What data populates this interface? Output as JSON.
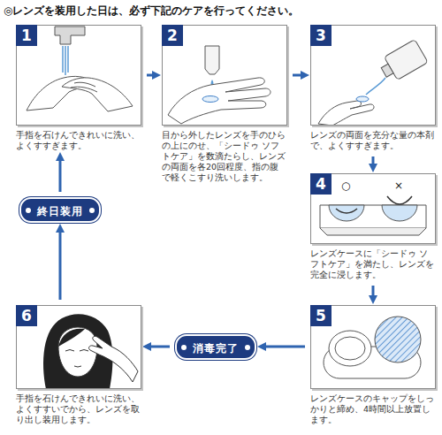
{
  "diagram": {
    "title": "◎レンズを装用した日は、必ず下記のケアを行ってください。",
    "nodes": [
      {
        "text": [
          "1",
          "手指を石けんできれいに洗い、よくすすぎます。"
        ]
      },
      {
        "text": [
          "2",
          "目から外したレンズを手のひらの上にのせ、「シードゥ ソフトケア」を数滴たらし、レンズの両面を各20回程度、指の腹で軽くこすり洗いします。"
        ]
      },
      {
        "text": [
          "3",
          "レンズの両面を充分な量の本剤で、よくすすぎます。"
        ]
      },
      {
        "text": [
          "4",
          "レンズケースに「シードゥ ソフトケア」を満たし、レンズを完全に浸します。"
        ]
      },
      {
        "text": [
          "5",
          "レンズケースのキャップをしっかりと締め、4時間以上放置します。"
        ]
      },
      {
        "text": [
          "消毒完了"
        ]
      },
      {
        "text": [
          "6",
          "手指を石けんできれいに洗い、よくすすいでから、レンズを取り出し装用します。"
        ]
      },
      {
        "text": [
          "終日装用"
        ]
      }
    ],
    "edges": [
      {
        "from": 0,
        "to": 1,
        "arrow": "to"
      },
      {
        "from": 1,
        "to": 2,
        "arrow": "to"
      },
      {
        "from": 2,
        "to": 3,
        "arrow": "to"
      },
      {
        "from": 3,
        "to": 4,
        "arrow": "to"
      },
      {
        "from": 4,
        "to": 5,
        "arrow": "to"
      },
      {
        "from": 5,
        "to": 6,
        "arrow": "to"
      },
      {
        "from": 6,
        "to": 7,
        "arrow": "to"
      },
      {
        "from": 7,
        "to": 0,
        "arrow": "to"
      }
    ],
    "labels": [
      "○",
      "×"
    ]
  }
}
